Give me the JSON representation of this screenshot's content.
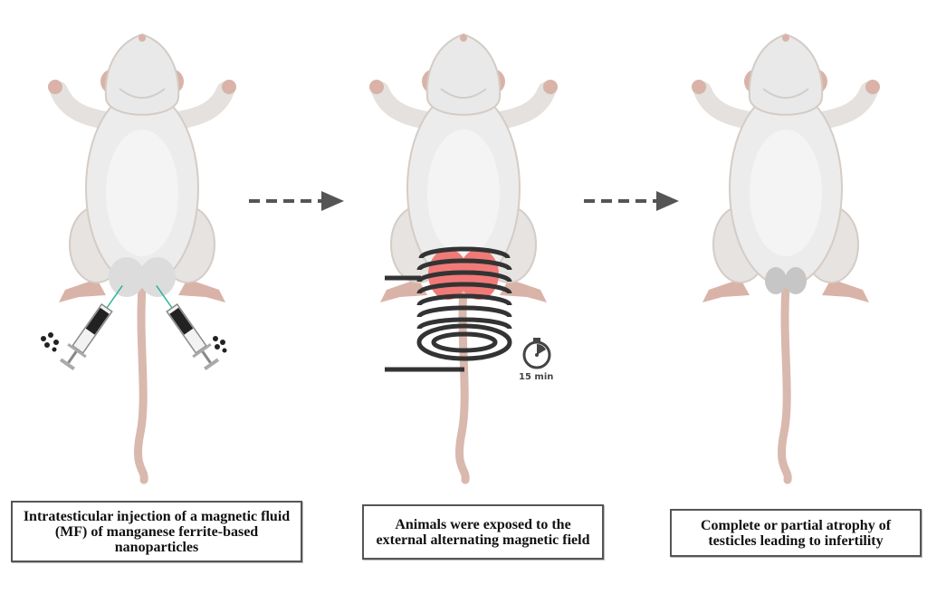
{
  "steps": [
    {
      "caption": "Intratesticular injection of a magnetic fluid (MF) of manganese ferrite-based nanoparticles"
    },
    {
      "caption": "Animals were exposed to the external alternating magnetic field"
    },
    {
      "caption": "Complete or partial atrophy of testicles leading to infertility"
    }
  ],
  "timer": {
    "label": "15 min",
    "icon": "stopwatch-icon"
  },
  "colors": {
    "body": "#ebebeb",
    "outline": "#d4ccc6",
    "skin": "#d9b3a8",
    "heated": "#f07a78",
    "coil": "#333333",
    "arrow": "#555555",
    "needle": "#2bb39a"
  }
}
